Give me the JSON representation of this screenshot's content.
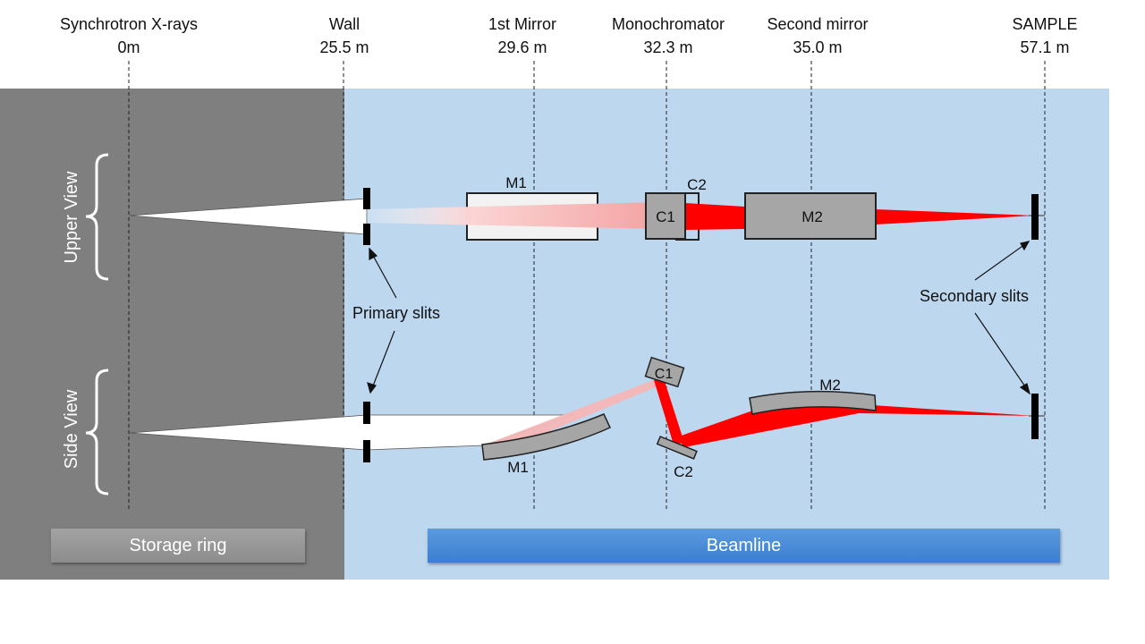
{
  "stations": [
    {
      "id": "source",
      "name": "Synchrotron X-rays",
      "distance": "0m"
    },
    {
      "id": "wall",
      "name": "Wall",
      "distance": "25.5 m"
    },
    {
      "id": "mirror1",
      "name": "1st Mirror",
      "distance": "29.6 m"
    },
    {
      "id": "mono",
      "name": "Monochromator",
      "distance": "32.3 m"
    },
    {
      "id": "mirror2",
      "name": "Second mirror",
      "distance": "35.0 m"
    },
    {
      "id": "sample",
      "name": "SAMPLE",
      "distance": "57.1 m"
    }
  ],
  "views": {
    "upper": "Upper View",
    "side": "Side View"
  },
  "labels": {
    "m1": "M1",
    "m2": "M2",
    "c1": "C1",
    "c2": "C2",
    "primary_slits": "Primary slits",
    "secondary_slits": "Secondary slits"
  },
  "sections": {
    "storage": "Storage ring",
    "beamline": "Beamline"
  },
  "colors": {
    "storage_bg": "#7f7f7f",
    "beamline_bg": "#bdd7ee",
    "beam_red": "#ff0000",
    "beam_pink": "#f4b6b6",
    "component_gray": "#a6a6a6"
  }
}
